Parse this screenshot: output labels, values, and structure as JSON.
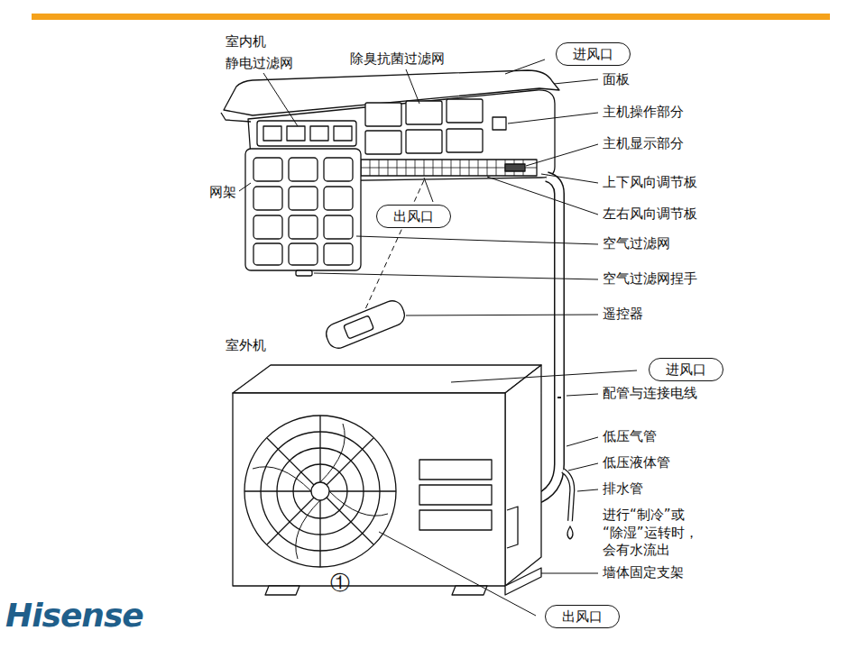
{
  "diagram": {
    "nodes": [
      {
        "text": [
          "进风口"
        ]
      },
      {
        "text": [
          "出风口"
        ]
      },
      {
        "text": [
          "进风口"
        ]
      },
      {
        "text": [
          "出风口"
        ]
      }
    ],
    "labels": [
      "室内机",
      "静电过滤网",
      "除臭抗菌过滤网",
      "面板",
      "主机操作部分",
      "主机显示部分",
      "网架",
      "上下风向调节板",
      "左右风向调节板",
      "空气过滤网",
      "空气过滤网捏手",
      "遥控器",
      "室外机",
      "配管与连接电线",
      "低压气管",
      "低压液体管",
      "排水管",
      "进行“制冷”或 “除湿”运转时， 会有水流出",
      "墙体固定支架",
      "①",
      "Hisense"
    ]
  }
}
